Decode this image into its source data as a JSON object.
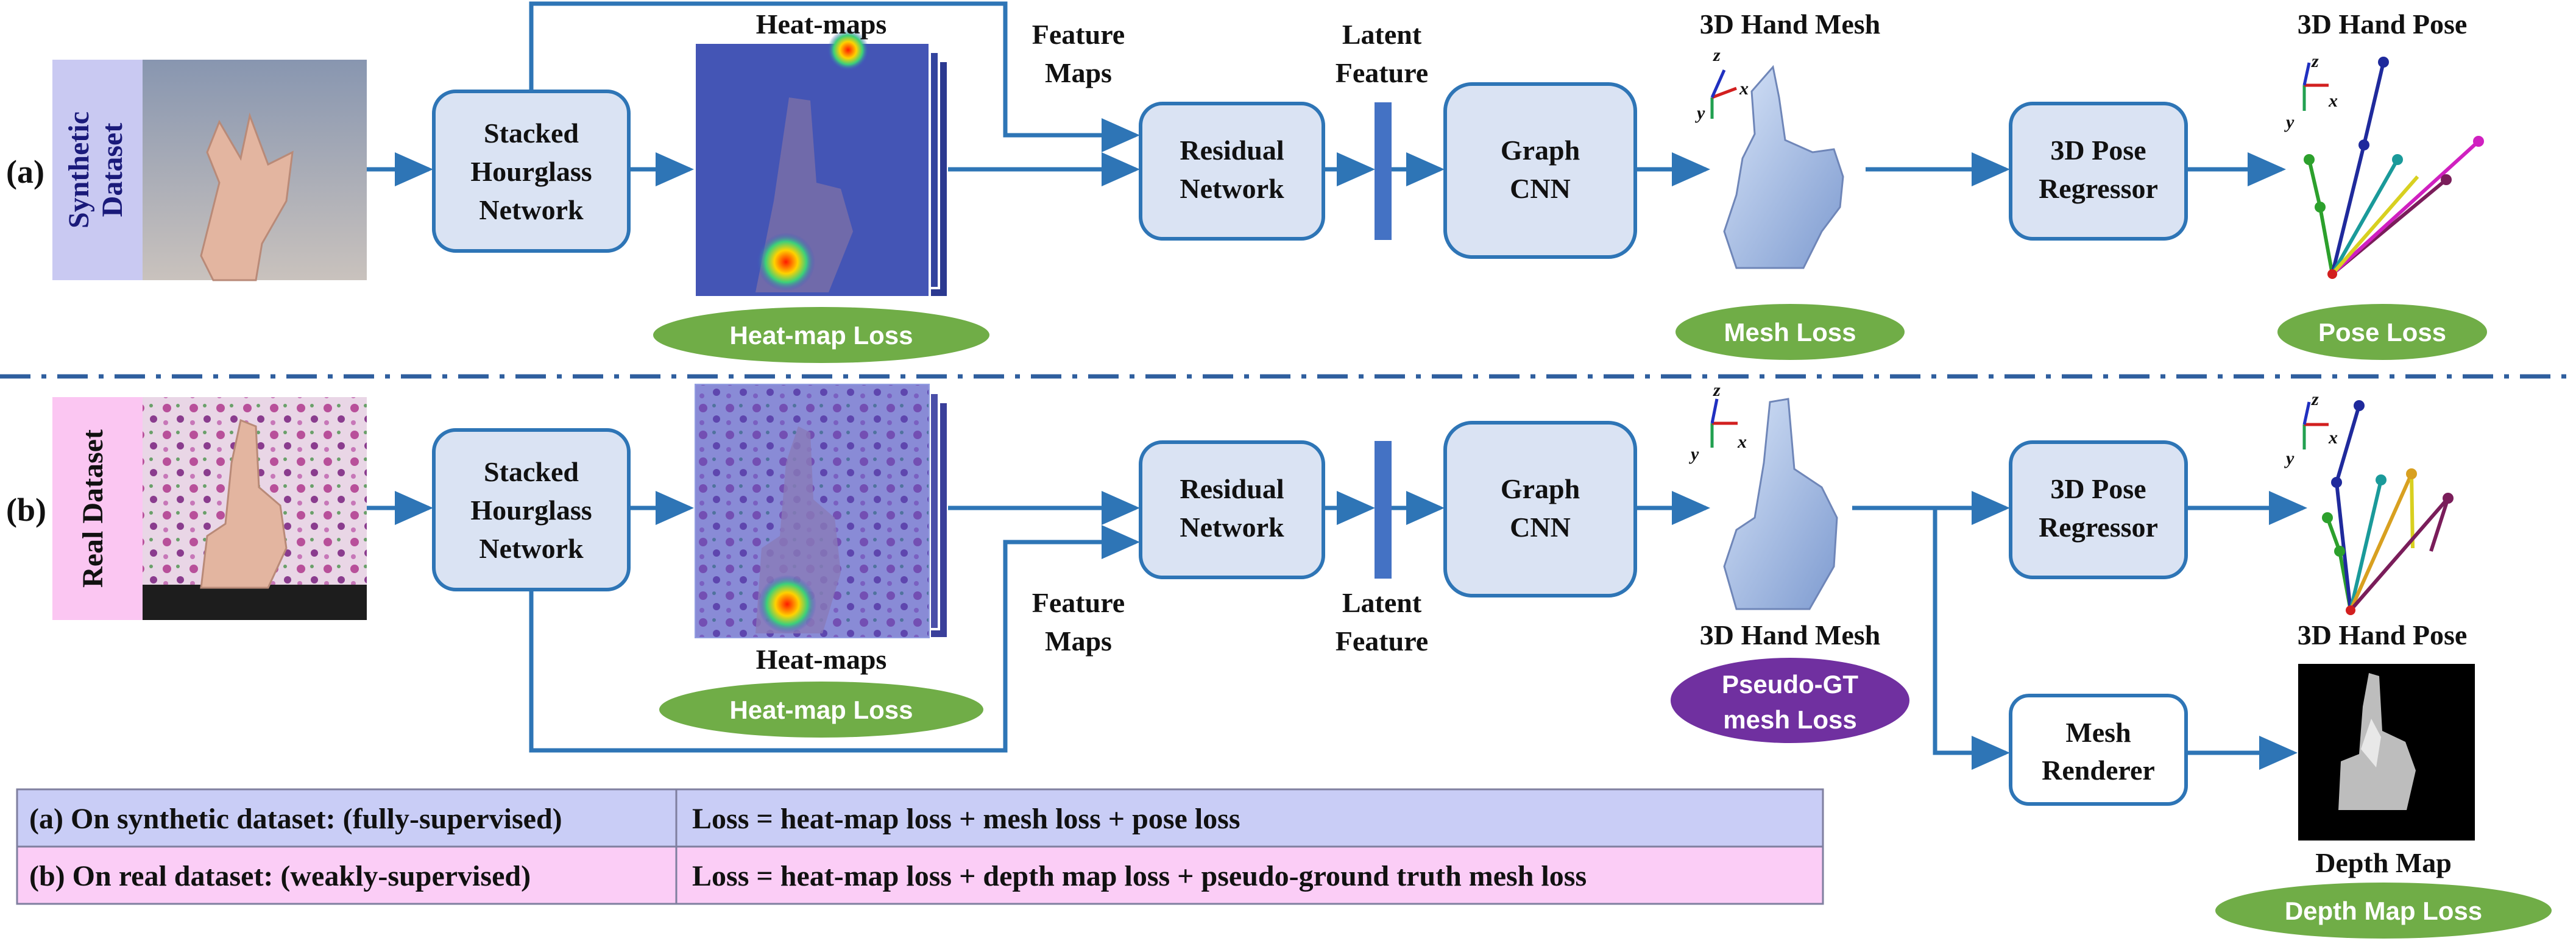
{
  "row_a": {
    "label": "(a)",
    "dataset": "Synthetic Dataset",
    "dataset_line1": "Synthetic",
    "dataset_line2": "Dataset",
    "hourglass": [
      "Stacked",
      "Hourglass",
      "Network"
    ],
    "heatmaps_label": "Heat-maps",
    "feature_maps": [
      "Feature",
      "Maps"
    ],
    "residual": [
      "Residual",
      "Network"
    ],
    "latent": [
      "Latent",
      "Feature"
    ],
    "graph_cnn": [
      "Graph",
      "CNN"
    ],
    "mesh_label": "3D Hand Mesh",
    "pose_regressor": [
      "3D Pose",
      "Regressor"
    ],
    "pose_label": "3D Hand Pose",
    "heatmap_loss": "Heat-map Loss",
    "mesh_loss": "Mesh Loss",
    "pose_loss": "Pose Loss"
  },
  "row_b": {
    "label": "(b)",
    "dataset": "Real Dataset",
    "hourglass": [
      "Stacked",
      "Hourglass",
      "Network"
    ],
    "heatmaps_label": "Heat-maps",
    "feature_maps": [
      "Feature",
      "Maps"
    ],
    "residual": [
      "Residual",
      "Network"
    ],
    "latent": [
      "Latent",
      "Feature"
    ],
    "graph_cnn": [
      "Graph",
      "CNN"
    ],
    "mesh_label": "3D Hand Mesh",
    "pose_regressor": [
      "3D Pose",
      "Regressor"
    ],
    "pose_label": "3D Hand Pose",
    "mesh_renderer": [
      "Mesh",
      "Renderer"
    ],
    "depth_label": "Depth Map",
    "heatmap_loss": "Heat-map Loss",
    "pseudo_loss": [
      "Pseudo-GT",
      "mesh Loss"
    ],
    "depth_loss": "Depth Map Loss"
  },
  "axes": {
    "x": "x",
    "y": "y",
    "z": "z"
  },
  "table": {
    "rows": [
      {
        "setting": "(a) On synthetic dataset: (fully-supervised)",
        "loss": "Loss = heat-map loss + mesh loss + pose loss"
      },
      {
        "setting": "(b) On real dataset: (weakly-supervised)",
        "loss": "Loss = heat-map loss + depth map loss + pseudo-ground truth mesh loss"
      }
    ]
  },
  "colors": {
    "box_fill": "#dae3f3",
    "box_stroke": "#2e75b6",
    "arrow": "#2e75b6",
    "loss_green": "#70ad47",
    "loss_purple": "#7030a0",
    "synthetic_bg": "#c9c9f2",
    "real_bg": "#fbc6f2",
    "table_row_a": "#c9cdf6",
    "table_row_b": "#fbcdf6",
    "divider": "#2e5e9e"
  }
}
